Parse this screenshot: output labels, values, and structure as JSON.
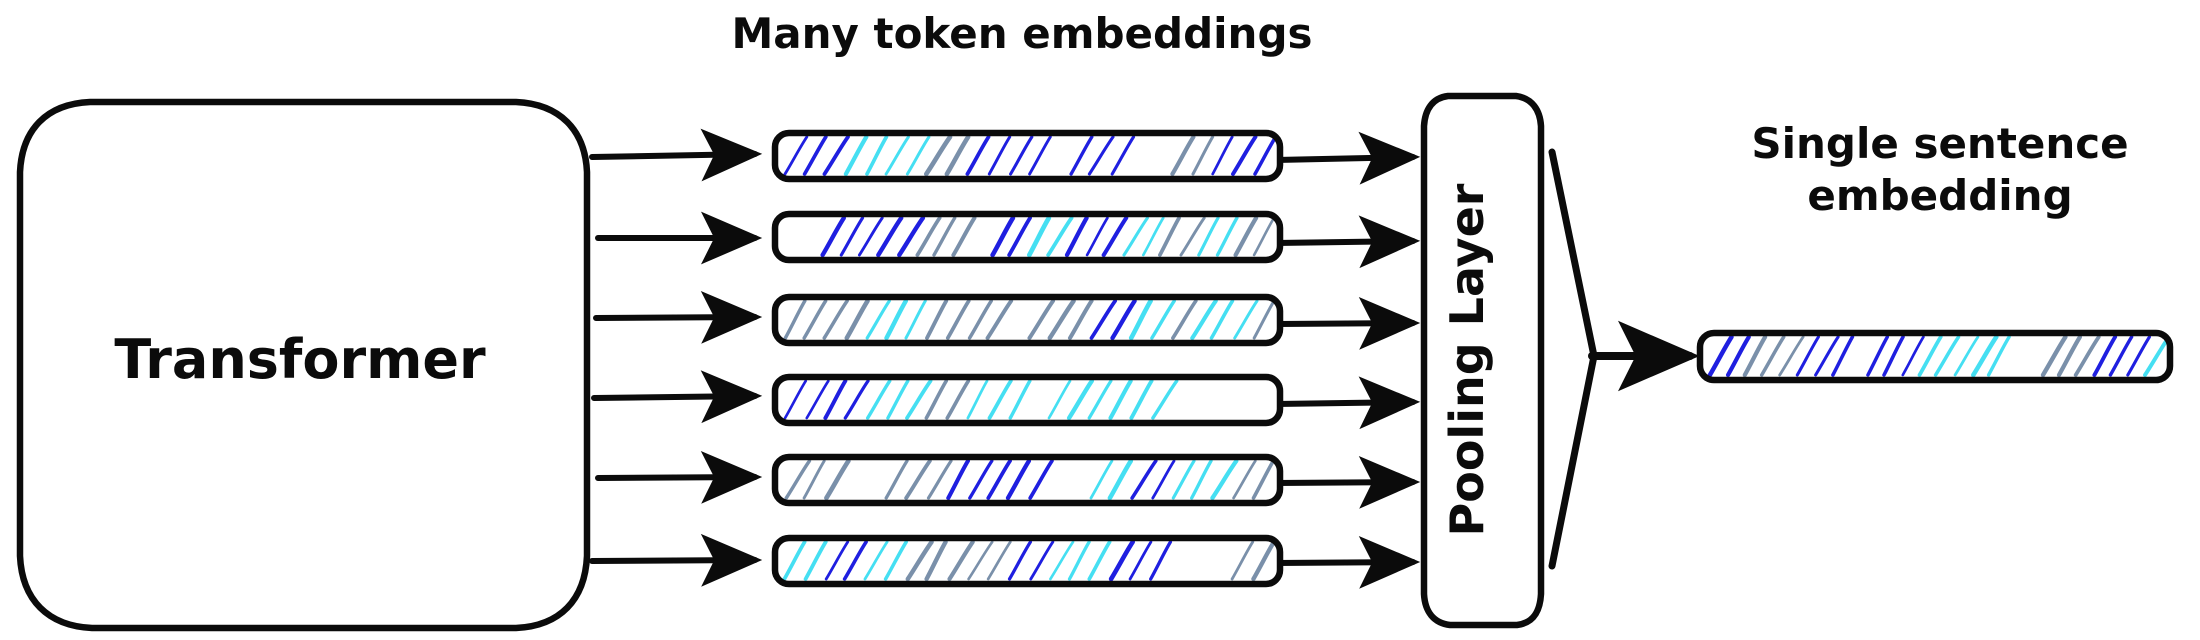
{
  "diagram": {
    "title_text": "Many token embeddings",
    "transformer_label": "Transformer",
    "pooling_label": "Pooling Layer",
    "output_label_line1": "Single sentence",
    "output_label_line2": "embedding",
    "colors": {
      "stroke": "#0b0b0b",
      "background": "#ffffff",
      "hatch_blue": "#1f1fe0",
      "hatch_cyan": "#45dff2",
      "hatch_slate": "#7a90aa"
    },
    "token_bars": [
      {
        "index": 1,
        "name": "token-embedding-1",
        "hatch": [
          "blue",
          "blue",
          "blue",
          "cyan",
          "cyan",
          "cyan",
          "cyan",
          "slate",
          "slate",
          "blue",
          "blue",
          "blue",
          "blue",
          "",
          "blue",
          "blue",
          "blue",
          "",
          "",
          "slate",
          "slate",
          "blue",
          "blue",
          "blue"
        ]
      },
      {
        "index": 2,
        "name": "token-embedding-2",
        "hatch": [
          "",
          "",
          "blue",
          "blue",
          "blue",
          "blue",
          "blue",
          "slate",
          "slate",
          "slate",
          "",
          "blue",
          "blue",
          "cyan",
          "cyan",
          "blue",
          "blue",
          "blue",
          "cyan",
          "cyan",
          "slate",
          "slate",
          "cyan",
          "cyan",
          "slate",
          "slate"
        ]
      },
      {
        "index": 3,
        "name": "token-embedding-3",
        "hatch": [
          "slate",
          "slate",
          "slate",
          "slate",
          "cyan",
          "cyan",
          "cyan",
          "slate",
          "slate",
          "slate",
          "slate",
          "",
          "slate",
          "slate",
          "slate",
          "blue",
          "blue",
          "cyan",
          "cyan",
          "slate",
          "cyan",
          "cyan",
          "cyan",
          "slate"
        ]
      },
      {
        "index": 4,
        "name": "token-embedding-4",
        "hatch": [
          "blue",
          "blue",
          "blue",
          "blue",
          "cyan",
          "cyan",
          "cyan",
          "slate",
          "slate",
          "cyan",
          "cyan",
          "cyan",
          "",
          "cyan",
          "cyan",
          "cyan",
          "cyan",
          "cyan",
          "cyan",
          "",
          "",
          "",
          "",
          ""
        ]
      },
      {
        "index": 5,
        "name": "token-embedding-5",
        "hatch": [
          "slate",
          "slate",
          "slate",
          "",
          "",
          "slate",
          "slate",
          "slate",
          "blue",
          "blue",
          "blue",
          "blue",
          "blue",
          "",
          "",
          "cyan",
          "cyan",
          "blue",
          "blue",
          "cyan",
          "cyan",
          "cyan",
          "slate",
          "slate"
        ]
      },
      {
        "index": 6,
        "name": "token-embedding-6",
        "hatch": [
          "cyan",
          "cyan",
          "blue",
          "blue",
          "cyan",
          "cyan",
          "slate",
          "slate",
          "slate",
          "slate",
          "slate",
          "blue",
          "blue",
          "cyan",
          "cyan",
          "cyan",
          "blue",
          "blue",
          "blue",
          "",
          "",
          "",
          "slate",
          "slate"
        ]
      }
    ],
    "output_bar": {
      "name": "sentence-embedding-bar",
      "hatch": [
        "blue",
        "blue",
        "slate",
        "slate",
        "slate",
        "blue",
        "blue",
        "blue",
        "",
        "blue",
        "blue",
        "blue",
        "cyan",
        "cyan",
        "cyan",
        "cyan",
        "cyan",
        "",
        "",
        "slate",
        "slate",
        "slate",
        "blue",
        "blue",
        "blue",
        "cyan"
      ]
    },
    "arrows": {
      "transformer_to_tokens_count": 6,
      "tokens_to_pooling_count": 6,
      "pooling_to_output_count": 1
    }
  }
}
